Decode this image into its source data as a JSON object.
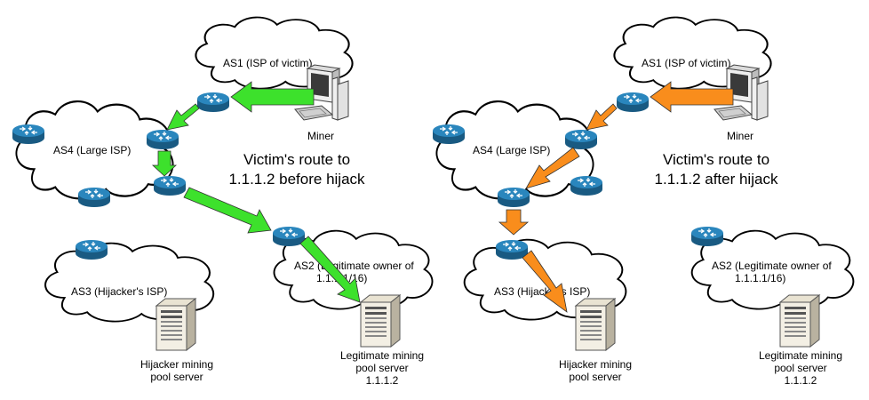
{
  "colors": {
    "before_arrow": "#3de12c",
    "after_arrow": "#f98d1c",
    "router": "#1f6f9e",
    "cloud_stroke": "#000000"
  },
  "before": {
    "as1_label": "AS1 (ISP of victim)",
    "as4_label": "AS4 (Large ISP)",
    "as3_label": "AS3 (Hijacker's ISP)",
    "as2_line1": "AS2 (Legitimate owner of",
    "as2_line2": "1.1.1.1/16)",
    "miner_label": "Miner",
    "caption_line1": "Victim's route to",
    "caption_line2": "1.1.1.2 before hijack",
    "hijacker_server_line1": "Hijacker mining",
    "hijacker_server_line2": "pool server",
    "legit_server_line1": "Legitimate mining",
    "legit_server_line2": "pool server",
    "legit_server_line3": "1.1.1.2"
  },
  "after": {
    "as1_label": "AS1 (ISP of victim)",
    "as4_label": "AS4 (Large ISP)",
    "as3_label": "AS3 (Hijacker's ISP)",
    "as2_line1": "AS2 (Legitimate owner of",
    "as2_line2": "1.1.1.1/16)",
    "miner_label": "Miner",
    "caption_line1": "Victim's route to",
    "caption_line2": "1.1.1.2 after hijack",
    "hijacker_server_line1": "Hijacker mining",
    "hijacker_server_line2": "pool server",
    "legit_server_line1": "Legitimate mining",
    "legit_server_line2": "pool server",
    "legit_server_line3": "1.1.1.2"
  }
}
